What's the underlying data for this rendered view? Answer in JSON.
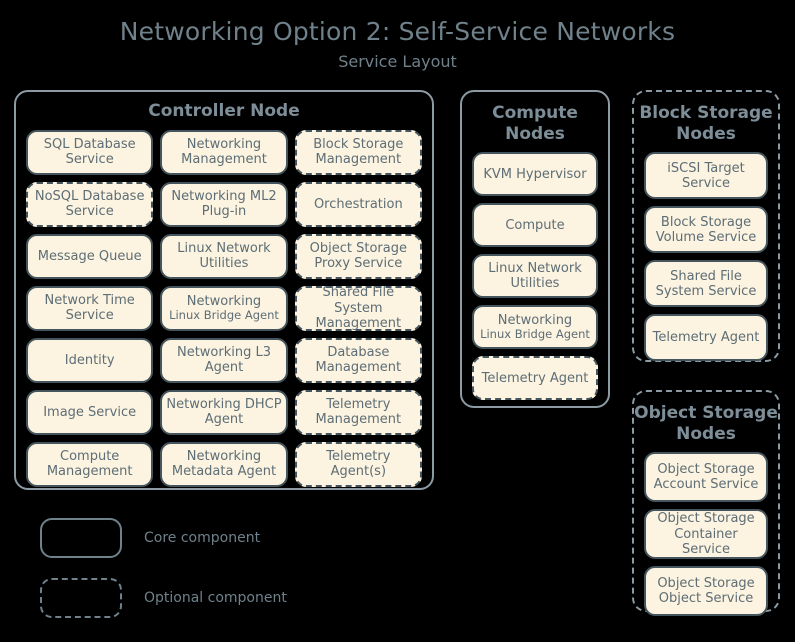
{
  "title": {
    "main": "Networking Option 2: Self-Service Networks",
    "sub": "Service Layout"
  },
  "colors": {
    "background": "#000000",
    "panel_border": "#8b9aa3",
    "box_fill": "#fcf3e0",
    "box_border": "#45555d",
    "box_text": "#5d6e76",
    "title_text": "#6f818a"
  },
  "panels": {
    "controller": {
      "title": "Controller Node",
      "optional": false,
      "services": [
        {
          "label": "SQL Database Service",
          "optional": false
        },
        {
          "label": "Networking Management",
          "optional": false
        },
        {
          "label": "Block Storage Management",
          "optional": true
        },
        {
          "label": "NoSQL Database Service",
          "optional": true
        },
        {
          "label": "Networking ML2 Plug-in",
          "optional": false
        },
        {
          "label": "Orchestration",
          "optional": true
        },
        {
          "label": "Message Queue",
          "optional": false
        },
        {
          "label": "Linux Network Utilities",
          "optional": false
        },
        {
          "label": "Object Storage Proxy Service",
          "optional": true
        },
        {
          "label": "Network Time Service",
          "optional": false
        },
        {
          "label": "Networking Linux Bridge Agent",
          "line1": "Networking",
          "line2": "Linux Bridge Agent",
          "small_second_line": true,
          "optional": false
        },
        {
          "label": "Shared File System Management",
          "optional": true
        },
        {
          "label": "Identity",
          "optional": false
        },
        {
          "label": "Networking L3 Agent",
          "optional": false
        },
        {
          "label": "Database Management",
          "optional": true
        },
        {
          "label": "Image Service",
          "optional": false
        },
        {
          "label": "Networking DHCP Agent",
          "optional": false
        },
        {
          "label": "Telemetry Management",
          "optional": true
        },
        {
          "label": "Compute Management",
          "optional": false
        },
        {
          "label": "Networking Metadata Agent",
          "optional": false
        },
        {
          "label": "Telemetry Agent(s)",
          "optional": true
        }
      ]
    },
    "compute": {
      "title": "Compute Nodes",
      "optional": false,
      "services": [
        {
          "label": "KVM Hypervisor",
          "optional": false
        },
        {
          "label": "Compute",
          "optional": false
        },
        {
          "label": "Linux Network Utilities",
          "optional": false
        },
        {
          "label": "Networking Linux Bridge Agent",
          "line1": "Networking",
          "line2": "Linux Bridge Agent",
          "small_second_line": true,
          "optional": false
        },
        {
          "label": "Telemetry Agent",
          "optional": true
        }
      ]
    },
    "block_storage": {
      "title": "Block Storage Nodes",
      "optional": true,
      "services": [
        {
          "label": "iSCSI Target Service",
          "optional": false
        },
        {
          "label": "Block Storage Volume Service",
          "optional": false
        },
        {
          "label": "Shared File System Service",
          "optional": false
        },
        {
          "label": "Telemetry Agent",
          "optional": false
        }
      ]
    },
    "object_storage": {
      "title": "Object Storage Nodes",
      "optional": true,
      "services": [
        {
          "label": "Object Storage Account Service",
          "optional": false
        },
        {
          "label": "Object Storage Container Service",
          "optional": false
        },
        {
          "label": "Object Storage Object Service",
          "optional": false
        }
      ]
    }
  },
  "legend": [
    {
      "label": "Core component",
      "style": "solid"
    },
    {
      "label": "Optional component",
      "style": "dashed"
    }
  ]
}
